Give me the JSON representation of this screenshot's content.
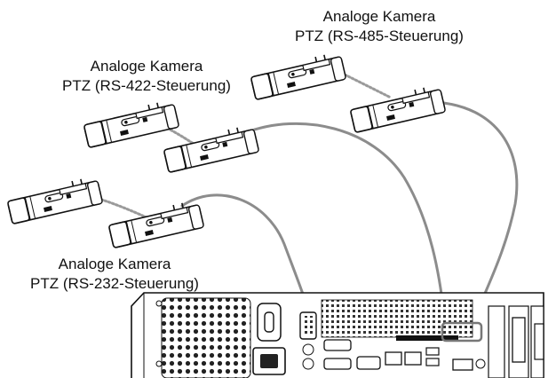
{
  "labels": {
    "cam_485": {
      "line1": "Analoge Kamera",
      "line2": "PTZ (RS-485-Steuerung)"
    },
    "cam_422": {
      "line1": "Analoge Kamera",
      "line2": "PTZ (RS-422-Steuerung)"
    },
    "cam_232": {
      "line1": "Analoge Kamera",
      "line2": "PTZ (RS-232-Steuerung)"
    }
  },
  "colors": {
    "cable": "#8c8c8c",
    "daisy": "#9a9a9a",
    "outline": "#111111"
  },
  "icons": [
    "camera-icon",
    "recorder-rear-panel",
    "fan-grille-icon",
    "power-socket-icon",
    "serial-port-icon",
    "usb-port-icon",
    "network-port-icon",
    "video-port-icon"
  ]
}
